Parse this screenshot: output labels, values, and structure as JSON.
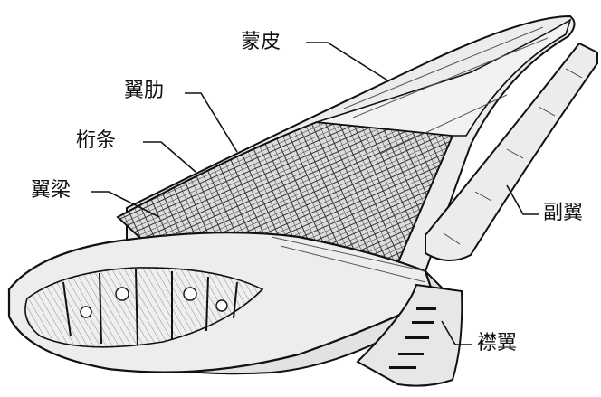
{
  "labels": {
    "skin": "蒙皮",
    "rib": "翼肋",
    "stringer": "桁条",
    "spar": "翼梁",
    "aileron": "副翼",
    "flap": "襟翼"
  },
  "colors": {
    "ink": "#111111",
    "paper": "#ffffff",
    "skin_fill": "#ececec",
    "frame_fill": "#d6d6d6"
  }
}
